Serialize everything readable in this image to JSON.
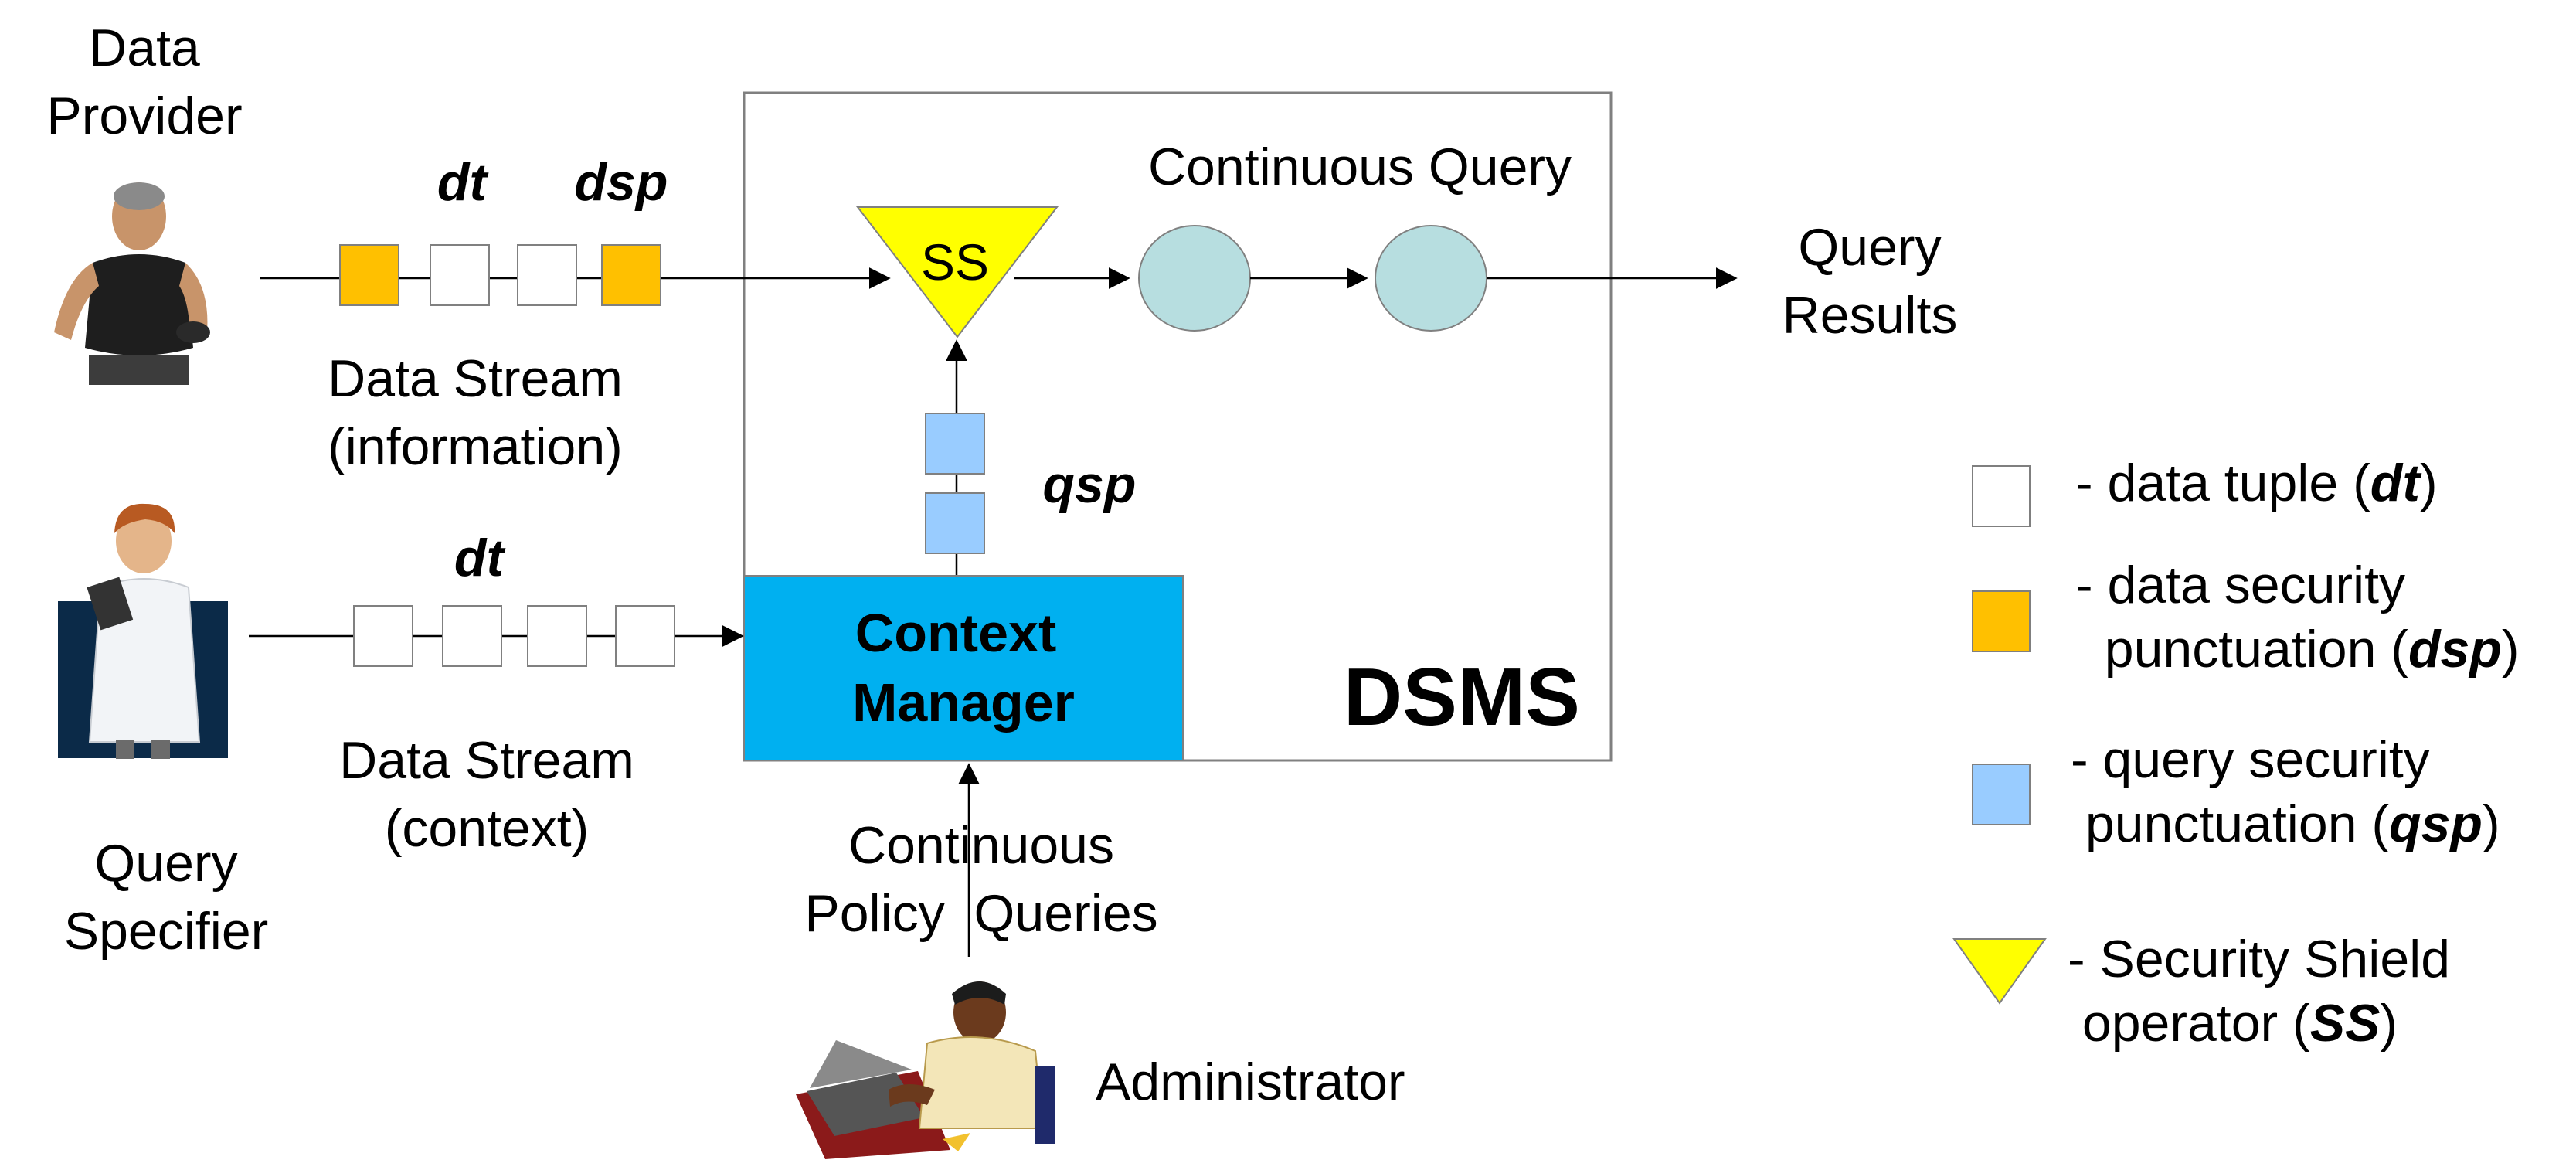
{
  "actors": {
    "data_provider": [
      "Data",
      "Provider"
    ],
    "query_specifier": [
      "Query",
      "Specifier"
    ],
    "administrator": "Administrator"
  },
  "streams": {
    "data_stream_info": [
      "Data Stream",
      "(information)"
    ],
    "data_stream_context": [
      "Data Stream",
      "(context)"
    ],
    "continuous_policy_queries": [
      "Continuous",
      "Policy  Queries"
    ],
    "query_results": [
      "Query",
      "Results"
    ]
  },
  "tags": {
    "dt_top": "dt",
    "dsp_top": "dsp",
    "dt_bottom": "dt",
    "qsp": "qsp"
  },
  "dsms": {
    "label": "DSMS",
    "continuous_query": "Continuous Query",
    "ss_label": "SS",
    "context_manager": [
      "Context",
      "Manager"
    ]
  },
  "legend": [
    {
      "symbol": "data-tuple",
      "prefix": "- data tuple (",
      "abbr": "dt",
      "suffix": ")"
    },
    {
      "symbol": "dsp",
      "line1": "- data security",
      "prefix": "  punctuation (",
      "abbr": "dsp",
      "suffix": ")"
    },
    {
      "symbol": "qsp",
      "line1": "- query security",
      "prefix": " punctuation (",
      "abbr": "qsp",
      "suffix": ")"
    },
    {
      "symbol": "ss",
      "line1": "- Security Shield",
      "prefix": " operator (",
      "abbr": "SS",
      "suffix": ")"
    }
  ],
  "colors": {
    "dsp": "#FFC000",
    "qsp": "#99CCFF",
    "ss": "#FFFF00",
    "query_operator": "#B7DEE0",
    "context_manager": "#00B0F0"
  }
}
